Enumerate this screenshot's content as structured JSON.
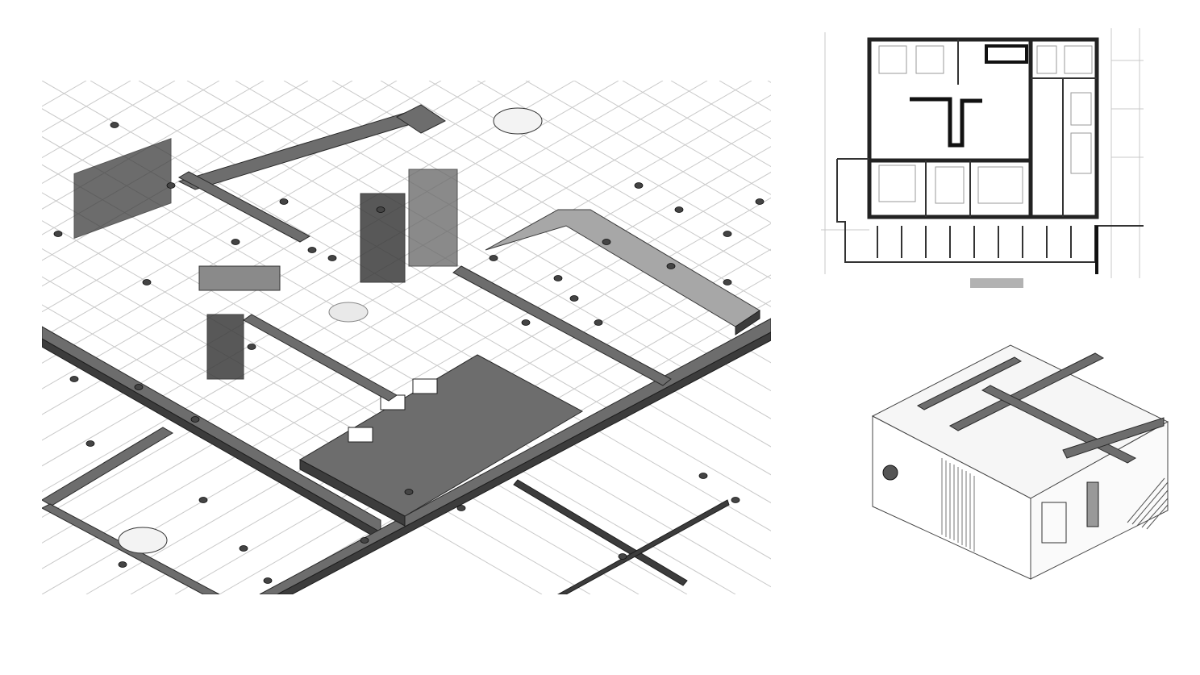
{
  "colors": {
    "background": "#ffffff",
    "duct_dark": "#3c3c3c",
    "duct_mid": "#6d6d6d",
    "duct_light": "#a7a7a7",
    "line_light": "#c9c9c9",
    "wall": "#222222"
  },
  "views": {
    "main": {
      "kind": "isometric-mep-ductwork"
    },
    "plan": {
      "kind": "floor-plan"
    },
    "room": {
      "kind": "isometric-room-cutaway"
    }
  }
}
